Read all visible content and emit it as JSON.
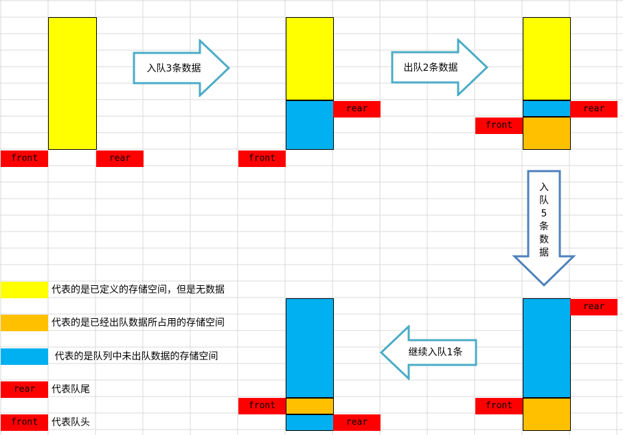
{
  "colors": {
    "yellow": "#ffff00",
    "orange": "#ffc000",
    "blue": "#00b0f0",
    "red": "#ff0000",
    "arrow_stroke": "#4bacc6",
    "arrow_down_stroke": "#4f81bd"
  },
  "labels": {
    "front": "front",
    "rear": "rear"
  },
  "arrows": {
    "enqueue3": "入队3条数据",
    "dequeue2": "出队2条数据",
    "enqueue5": "入队5条数据",
    "enqueue1": "继续入队1条"
  },
  "legend": {
    "yellow": "代表的是已定义的存储空间，但是无数据",
    "orange": "代表的是已经出队数据所占用的存储空间",
    "blue": " 代表的是队列中未出队数据的存储空间",
    "rear": "代表队尾",
    "front": "代表队头"
  }
}
